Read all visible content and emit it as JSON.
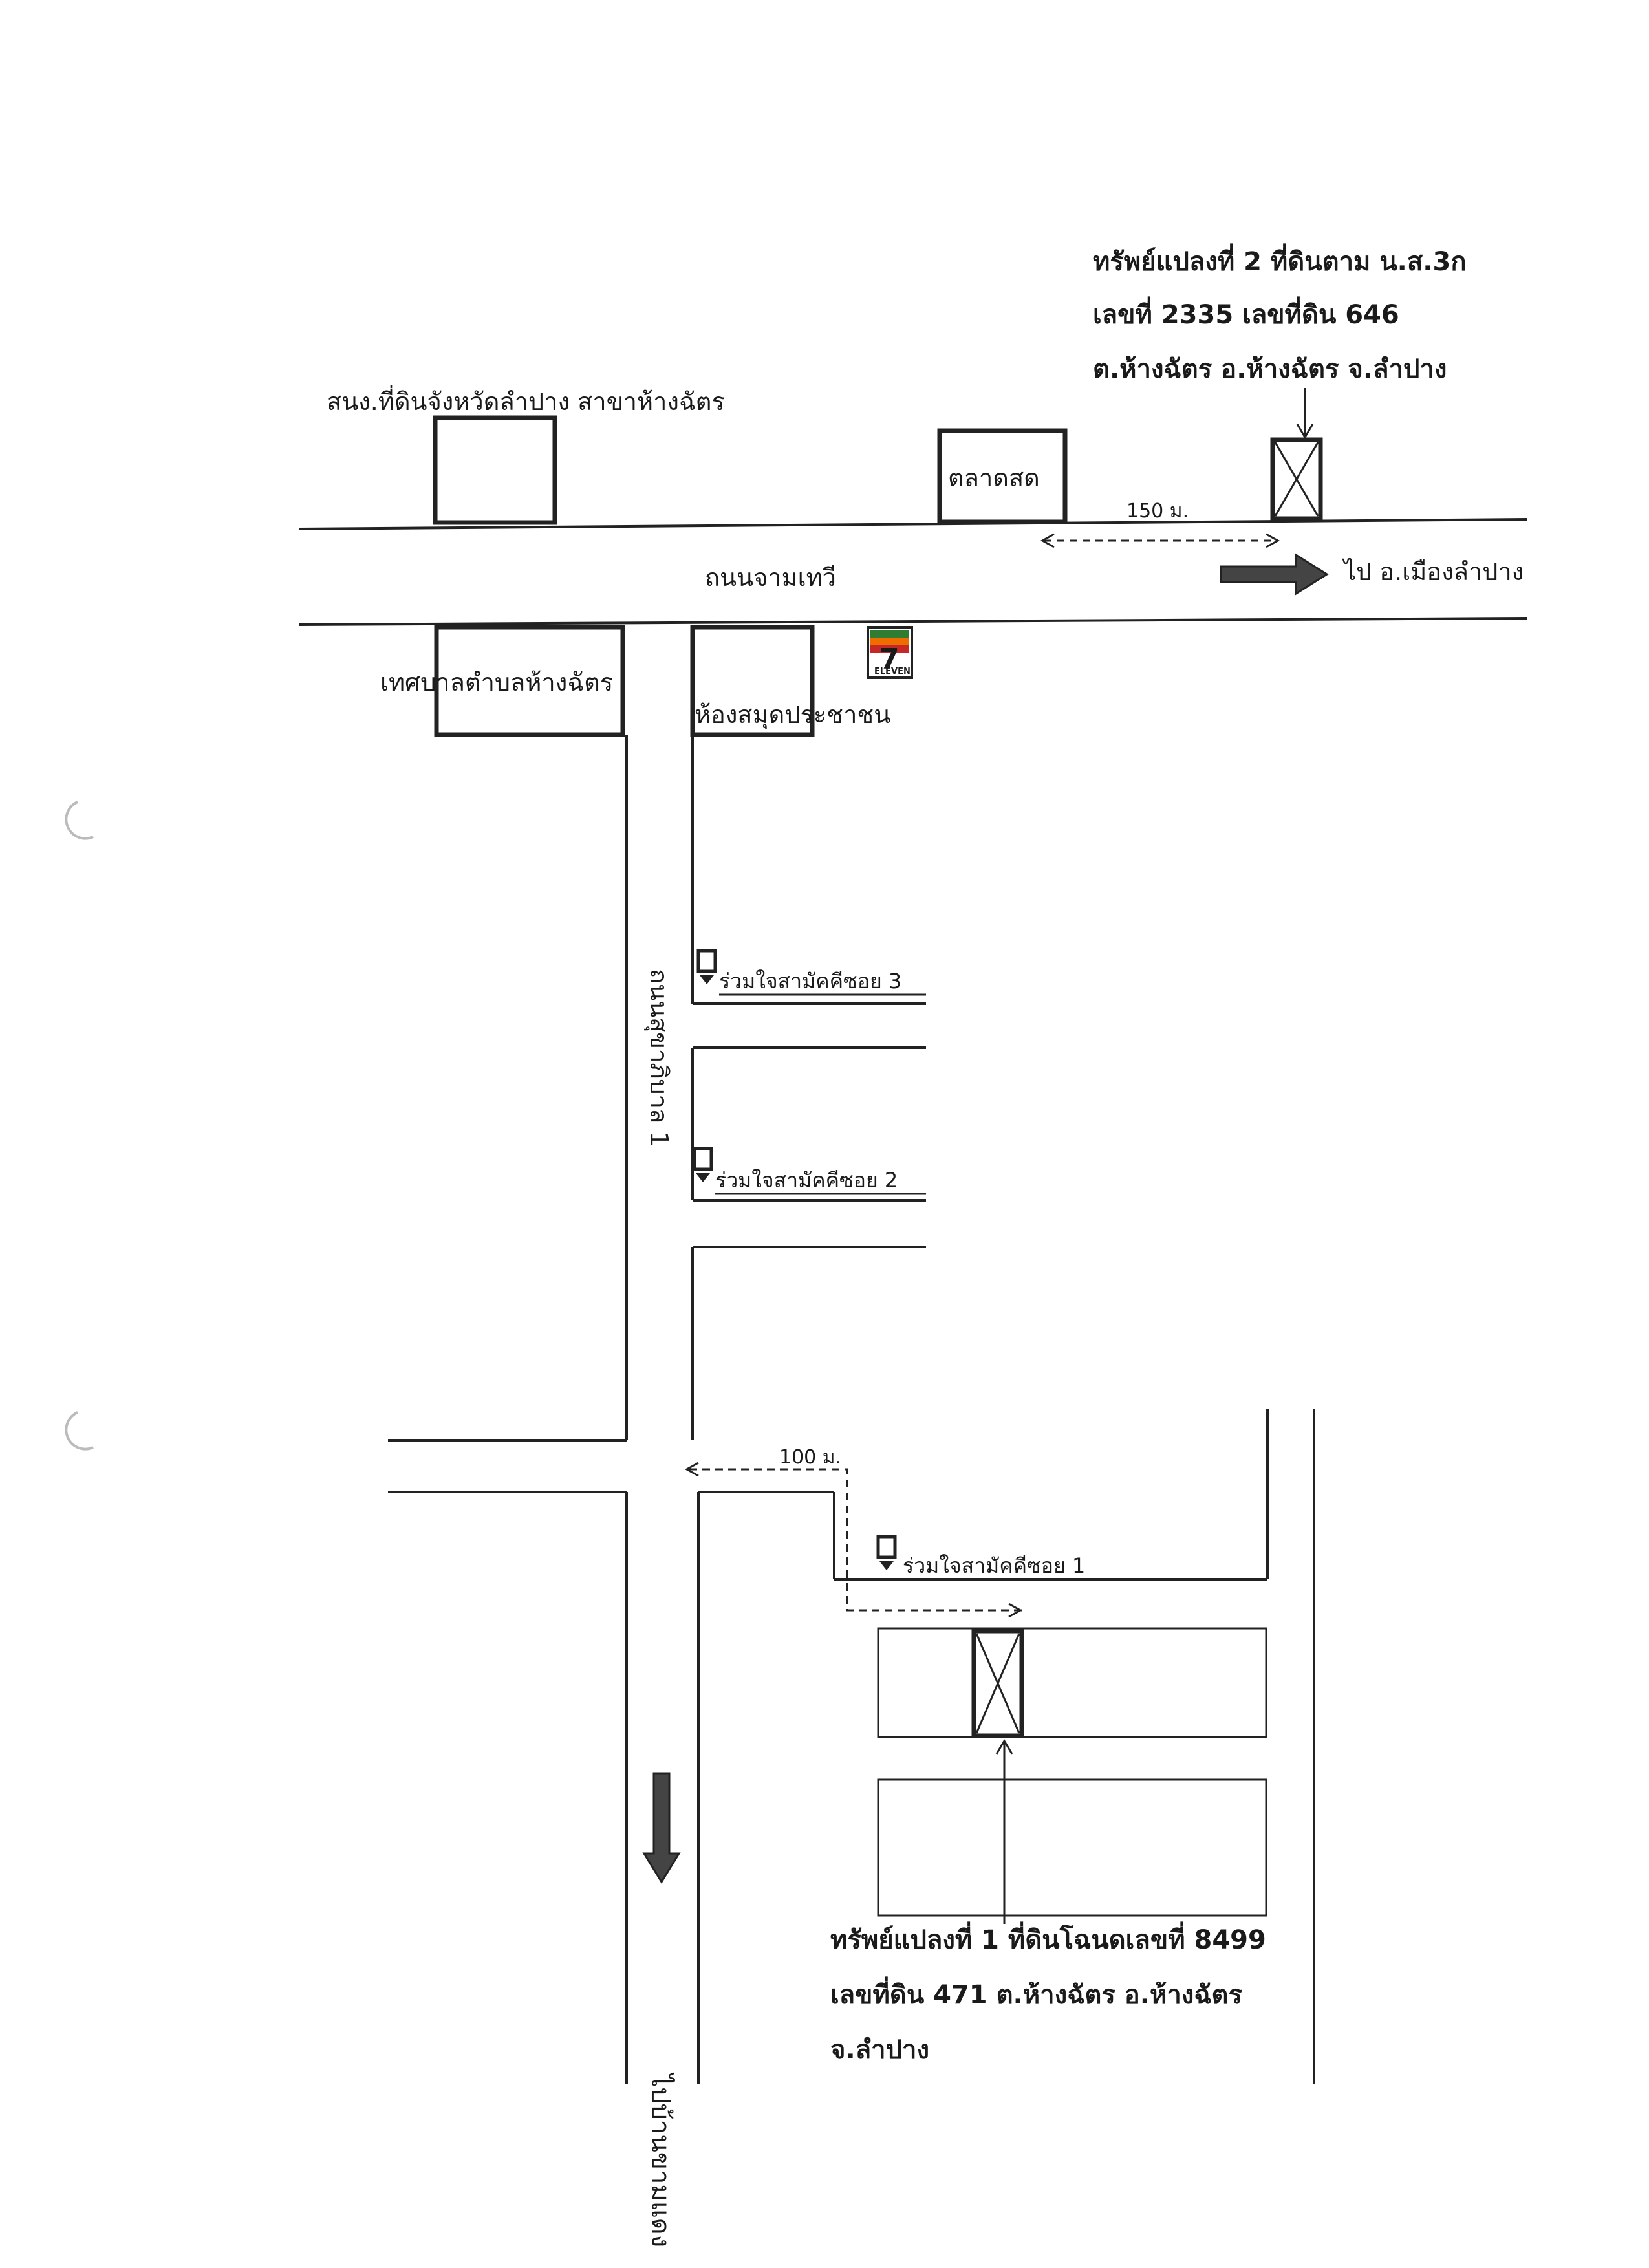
{
  "title_blocks": {
    "plot2": {
      "line1": "ทรัพย์แปลงที่ 2 ที่ดินตาม น.ส.3ก",
      "line2": "เลขที่  2335  เลขที่ดิน  646",
      "line3": "ต.ห้างฉัตร   อ.ห้างฉัตร  จ.ลำปาง"
    },
    "plot1": {
      "line1": "ทรัพย์แปลงที่ 1 ที่ดินโฉนดเลขที่  8499",
      "line2": "เลขที่ดิน  471  ต.ห้างฉัตร   อ.ห้างฉัตร",
      "line3": "จ.ลำปาง"
    }
  },
  "landmarks": {
    "land_office": "สนง.ที่ดินจังหวัดลำปาง สาขาห้างฉัตร",
    "fresh_market": "ตลาดสด",
    "municipality": "เทศบาลตำบลห้างฉัตร",
    "library": "ห้องสมุดประชาชน",
    "seven_eleven_brand": "7",
    "seven_eleven_text": "ELEVEN"
  },
  "roads": {
    "main_road": "ถนนจามเทวี",
    "side_road": "ถนนสุขาภิบาล 1",
    "soi3": "ร่วมใจสามัคคีซอย 3",
    "soi2": "ร่วมใจสามัคคีซอย 2",
    "soi1": "ร่วมใจสามัคคีซอย 1"
  },
  "directions": {
    "to_mueang": "ไป อ.เมืองลำปาง",
    "to_ban_khan": "ไปบ้านขามแดง"
  },
  "distances": {
    "d150": "150 ม.",
    "d100": "100 ม."
  },
  "colors": {
    "ink": "#222222",
    "arrow_fill": "#444444",
    "seven_green": "#2e7d32",
    "seven_orange": "#ef6c00",
    "seven_red": "#c62828"
  }
}
